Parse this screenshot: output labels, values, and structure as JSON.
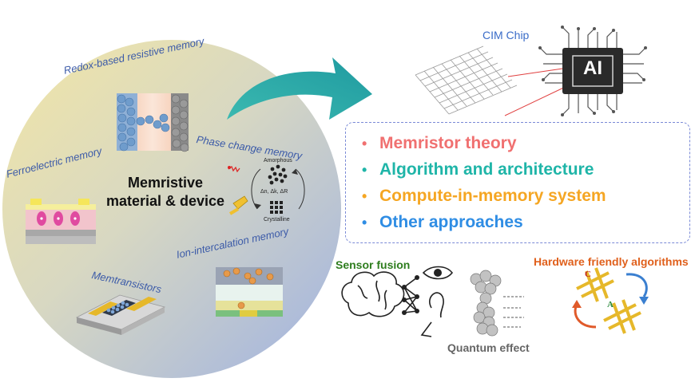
{
  "left_panel": {
    "center_title_line1": "Memristive",
    "center_title_line2": "material & device",
    "labels": {
      "redox": "Redox-based resistive memory",
      "phase_change": "Phase change memory",
      "ferroelectric": "Ferroelectric memory",
      "memtransistors": "Memtransistors",
      "ion_intercalation": "Ion-intercalation memory"
    },
    "pcm_inset": {
      "amorphous": "Amorphous",
      "crystalline": "Crystalline",
      "delta": "Δn, Δk, ΔR"
    }
  },
  "right_panel": {
    "cim_chip_label": "CIM Chip",
    "chip_text": "AI",
    "topics": [
      {
        "text": "Memristor theory",
        "color": "#f07070"
      },
      {
        "text": "Algorithm and architecture",
        "color": "#1fb5a8"
      },
      {
        "text": "Compute-in-memory system",
        "color": "#f5a623"
      },
      {
        "text": "Other approaches",
        "color": "#2f8de4"
      }
    ],
    "sensor_fusion": "Sensor fusion",
    "hardware_algorithms": "Hardware friendly algorithms",
    "quantum_effect": "Quantum effect",
    "algo_letters": {
      "c": "C",
      "a": "A"
    }
  },
  "colors": {
    "circle_yellow": "#efe2a0",
    "circle_blue": "#aab8e0",
    "arrow_teal": "#27a9a8",
    "label_blue": "#3b5aa8"
  }
}
